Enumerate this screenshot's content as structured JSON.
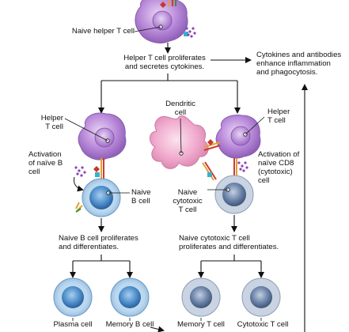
{
  "labels": {
    "naive_helper_t_cell": "Naive helper T cell",
    "helper_proliferates": [
      "Helper T cell proliferates",
      "and secretes cytokines."
    ],
    "cytokines_effect": [
      "Cytokines and antibodies",
      "enhance inflammation",
      "and phagocytosis."
    ],
    "dendritic_cell": [
      "Dendritic",
      "cell"
    ],
    "helper_t_left": [
      "Helper",
      "T cell"
    ],
    "helper_t_right": [
      "Helper",
      "T cell"
    ],
    "activation_b": [
      "Activation",
      "of naïve B",
      "cell"
    ],
    "activation_cd8": [
      "Activation of",
      "naïve CD8",
      "(cytotoxic)",
      "cell"
    ],
    "naive_b_cell": [
      "Naive",
      "B cell"
    ],
    "naive_cytotoxic": [
      "Naive",
      "cytotoxic",
      "T cell"
    ],
    "b_proliferates": [
      "Naive B cell proliferates",
      "and differentiates."
    ],
    "tc_proliferates": [
      "Naive cytotoxic T cell",
      "proliferates and differentiates."
    ],
    "plasma_cell": "Plasma cell",
    "memory_b_cell": "Memory B cell",
    "memory_t_cell": "Memory T cell",
    "cytotoxic_t_cell": "Cytotoxic T cell"
  },
  "colors": {
    "helper_t": "#b889d6",
    "dendritic": "#eaa0c6",
    "b_cell": "#6aa7d6",
    "t_cell": "#6f86aa",
    "cytokine_dots": "#8a44b8"
  }
}
